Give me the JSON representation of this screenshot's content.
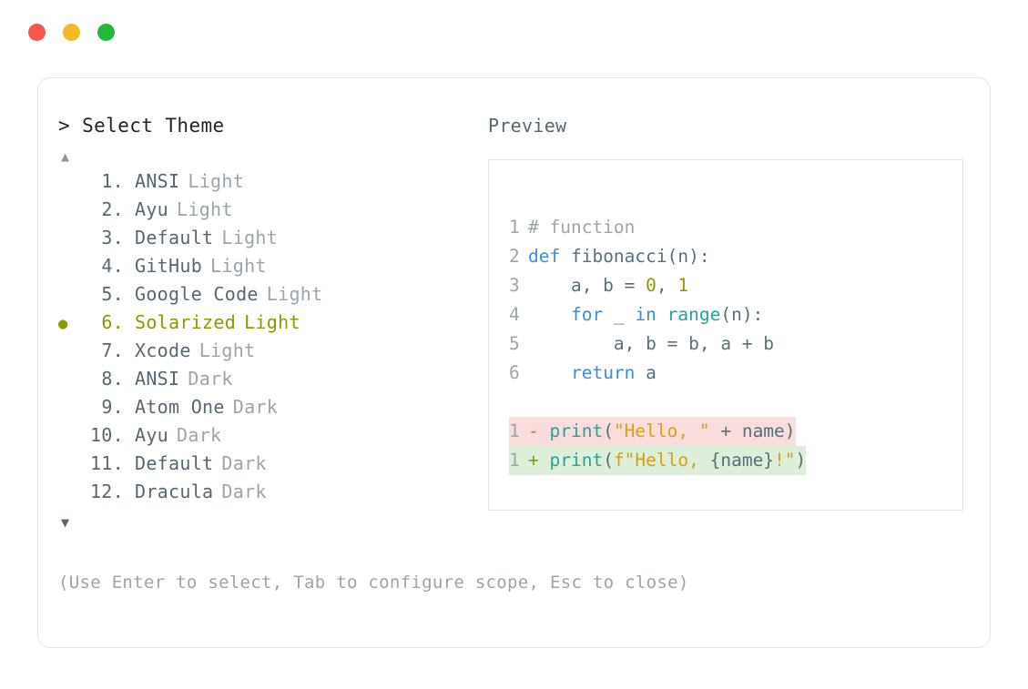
{
  "window": {
    "dots": [
      {
        "name": "close-dot",
        "color": "#f4584f"
      },
      {
        "name": "minimize-dot",
        "color": "#f5b826"
      },
      {
        "name": "maximize-dot",
        "color": "#22b93a"
      }
    ]
  },
  "selector": {
    "prompt": "> Select Theme",
    "scroll_up": "▲",
    "scroll_down": "▼",
    "selected_index": 6,
    "bullet_glyph": "●",
    "items": [
      {
        "index": "1.",
        "name": "ANSI",
        "variant": "Light",
        "selected": false
      },
      {
        "index": "2.",
        "name": "Ayu",
        "variant": "Light",
        "selected": false
      },
      {
        "index": "3.",
        "name": "Default",
        "variant": "Light",
        "selected": false
      },
      {
        "index": "4.",
        "name": "GitHub",
        "variant": "Light",
        "selected": false
      },
      {
        "index": "5.",
        "name": "Google Code",
        "variant": "Light",
        "selected": false
      },
      {
        "index": "6.",
        "name": "Solarized",
        "variant": "Light",
        "selected": true
      },
      {
        "index": "7.",
        "name": "Xcode",
        "variant": "Light",
        "selected": false
      },
      {
        "index": "8.",
        "name": "ANSI",
        "variant": "Dark",
        "selected": false
      },
      {
        "index": "9.",
        "name": "Atom One",
        "variant": "Dark",
        "selected": false
      },
      {
        "index": "10.",
        "name": "Ayu",
        "variant": "Dark",
        "selected": false
      },
      {
        "index": "11.",
        "name": "Default",
        "variant": "Dark",
        "selected": false
      },
      {
        "index": "12.",
        "name": "Dracula",
        "variant": "Dark",
        "selected": false
      }
    ],
    "hint": "(Use Enter to select, Tab to configure scope, Esc to close)"
  },
  "preview": {
    "label": "Preview",
    "code_lines": [
      {
        "no": "1",
        "tokens": [
          {
            "t": "# function",
            "c": "comment"
          }
        ]
      },
      {
        "no": "2",
        "tokens": [
          {
            "t": "def",
            "c": "kw"
          },
          {
            "t": " fibonacci(n):",
            "c": "plain"
          }
        ]
      },
      {
        "no": "3",
        "tokens": [
          {
            "t": "    a, b = ",
            "c": "plain"
          },
          {
            "t": "0",
            "c": "num"
          },
          {
            "t": ", ",
            "c": "plain"
          },
          {
            "t": "1",
            "c": "num"
          }
        ]
      },
      {
        "no": "4",
        "tokens": [
          {
            "t": "    ",
            "c": "plain"
          },
          {
            "t": "for",
            "c": "kw"
          },
          {
            "t": " _ ",
            "c": "plain"
          },
          {
            "t": "in",
            "c": "kw"
          },
          {
            "t": " ",
            "c": "plain"
          },
          {
            "t": "range",
            "c": "fn"
          },
          {
            "t": "(n):",
            "c": "plain"
          }
        ]
      },
      {
        "no": "5",
        "tokens": [
          {
            "t": "        a, b = b, a + b",
            "c": "plain"
          }
        ]
      },
      {
        "no": "6",
        "tokens": [
          {
            "t": "    ",
            "c": "plain"
          },
          {
            "t": "return",
            "c": "kw"
          },
          {
            "t": " a",
            "c": "plain"
          }
        ]
      }
    ],
    "diff_lines": [
      {
        "no": "1",
        "kind": "del",
        "marker": "-",
        "tokens": [
          {
            "t": "print",
            "c": "fn"
          },
          {
            "t": "(",
            "c": "plain"
          },
          {
            "t": "\"Hello, \"",
            "c": "str"
          },
          {
            "t": " + name)",
            "c": "plain"
          }
        ]
      },
      {
        "no": "1",
        "kind": "add",
        "marker": "+",
        "tokens": [
          {
            "t": "print",
            "c": "fn"
          },
          {
            "t": "(",
            "c": "plain"
          },
          {
            "t": "f\"Hello, ",
            "c": "str"
          },
          {
            "t": "{name}",
            "c": "plain"
          },
          {
            "t": "!\"",
            "c": "str"
          },
          {
            "t": ")",
            "c": "plain"
          }
        ]
      }
    ]
  },
  "colors": {
    "accent_selected": "#8a9a00",
    "keyword": "#3b8ede",
    "function": "#2aa198",
    "string": "#d6a119",
    "number": "#8a9a00",
    "plain": "#57707c",
    "muted": "#9ba6ac",
    "diff_del_bg": "#f9dcdc",
    "diff_add_bg": "#ddefd8",
    "diff_del_marker": "#e05b5b",
    "card_border": "#e4e5e6",
    "panel_border": "#dfe3e2"
  }
}
